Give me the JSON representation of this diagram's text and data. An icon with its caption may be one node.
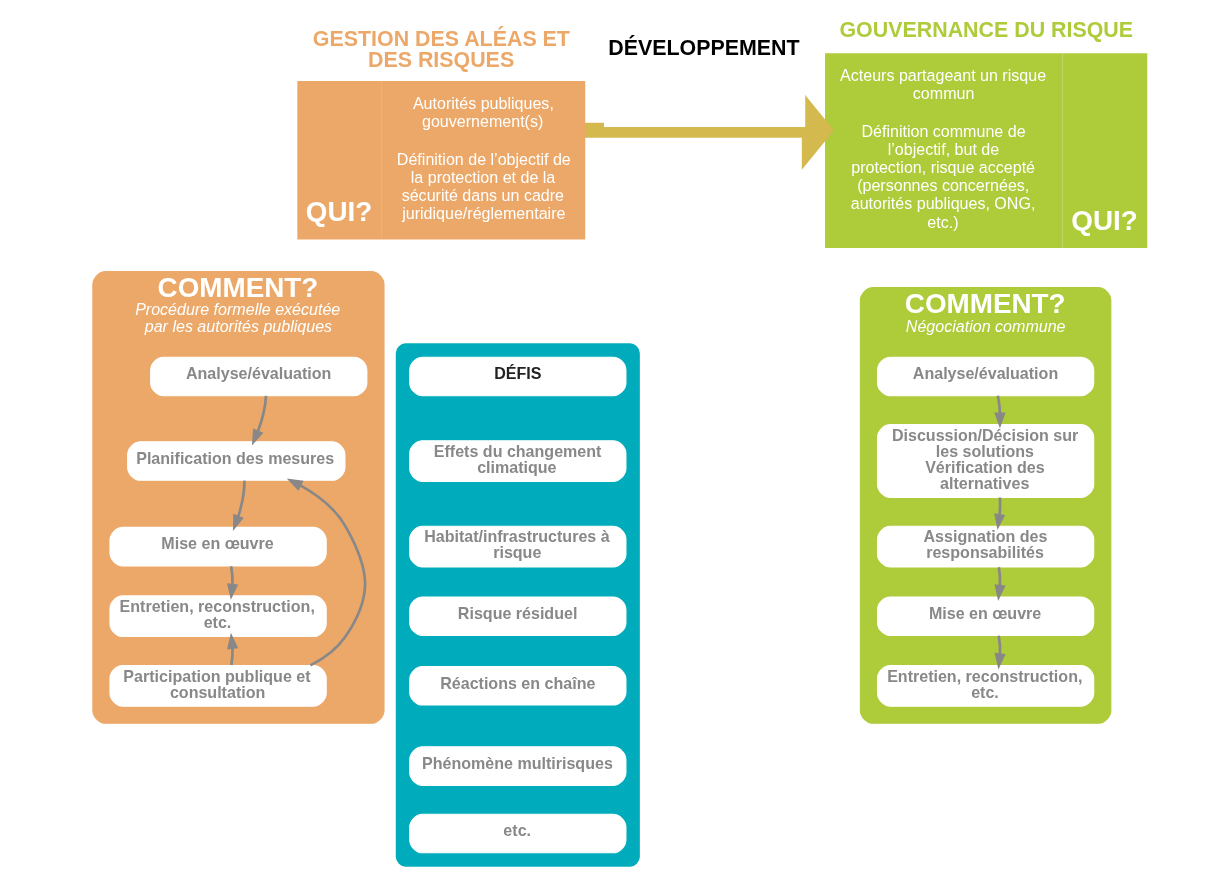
{
  "diagram": {
    "nodes": [
      {
        "text": [
          "GESTION DES ALÉAS ET DES RISQUES",
          "QUI?",
          "Autorités publiques, gouvernement(s)",
          "Définition de l’objectif de la protection et de la sécurité dans un cadre juridique/réglementaire"
        ]
      },
      {
        "text": [
          "COMMENT?",
          "Procédure formelle exécutée par les autorités publiques"
        ]
      },
      {
        "text": [
          "Analyse/évaluation"
        ],
        "in": 1
      },
      {
        "text": [
          "Planification des mesures"
        ],
        "in": 1
      },
      {
        "text": [
          "Mise en œuvre"
        ],
        "in": 1
      },
      {
        "text": [
          "Entretien, reconstruction, etc."
        ],
        "in": 1
      },
      {
        "text": [
          "Participation publique et consultation"
        ],
        "in": 1
      },
      {
        "text": [],
        "shape": "ellipse"
      },
      {
        "text": [
          "DÉFIS"
        ],
        "in": 7
      },
      {
        "text": [
          "Effets du changement climatique"
        ],
        "in": 7
      },
      {
        "text": [
          "Habitat/infrastructures à risque"
        ],
        "in": 7
      },
      {
        "text": [
          "Risque résiduel"
        ],
        "in": 7
      },
      {
        "text": [
          "Réactions en chaîne"
        ],
        "in": 7
      },
      {
        "text": [
          "Phénomène multirisques"
        ],
        "in": 7
      },
      {
        "text": [
          "etc."
        ],
        "in": 7
      },
      {
        "text": [
          "GOUVERNANCE DU RISQUE",
          "QUI?",
          "Acteurs partageant un risque commun",
          "Définition commune de l’objectif, but de protection, risque accepté (personnes concernées, autorités publiques, ONG, etc.)"
        ]
      },
      {
        "text": [
          "COMMENT?",
          "Négociation commune"
        ]
      },
      {
        "text": [
          "Analyse/évaluation"
        ],
        "in": 16
      },
      {
        "text": [
          "Discussion/Décision sur les solutions",
          "Vérification des alternatives"
        ],
        "in": 16
      },
      {
        "text": [
          "Assignation des responsabilités"
        ],
        "in": 16
      },
      {
        "text": [
          "Mise en œuvre"
        ],
        "in": 16
      },
      {
        "text": [
          "Entretien, reconstruction, etc."
        ],
        "in": 16
      }
    ],
    "edges": [
      {
        "from": 0,
        "to": 15,
        "arrow": "to",
        "label": "DÉVELOPPEMENT",
        "style": "thick",
        "color": "#d4b94f"
      },
      {
        "from": 2,
        "to": 3,
        "arrow": "to"
      },
      {
        "from": 3,
        "to": 4,
        "arrow": "to"
      },
      {
        "from": 4,
        "to": 5,
        "arrow": "to"
      },
      {
        "from": 6,
        "to": 3,
        "arrow": "to"
      },
      {
        "from": 6,
        "to": 5,
        "arrow": "to"
      },
      {
        "from": 17,
        "to": 18,
        "arrow": "to"
      },
      {
        "from": 18,
        "to": 19,
        "arrow": "to"
      },
      {
        "from": 19,
        "to": 20,
        "arrow": "to"
      },
      {
        "from": 20,
        "to": 21,
        "arrow": "to"
      }
    ]
  }
}
